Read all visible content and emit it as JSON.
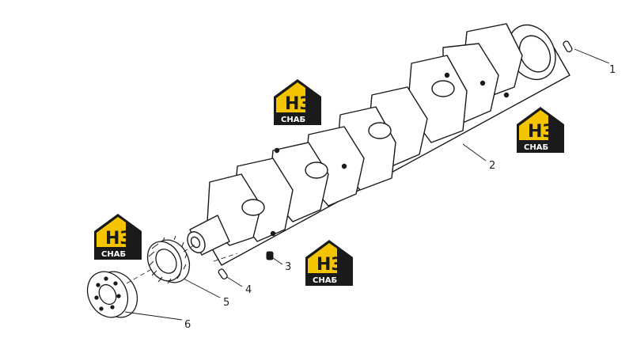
{
  "callouts": [
    {
      "id": "1",
      "label": "1"
    },
    {
      "id": "2",
      "label": "2"
    },
    {
      "id": "3",
      "label": "3"
    },
    {
      "id": "4",
      "label": "4"
    },
    {
      "id": "5",
      "label": "5"
    },
    {
      "id": "6",
      "label": "6"
    }
  ],
  "watermark": {
    "letters": "НЗ",
    "caption": "СНАБ",
    "colors": {
      "yellow": "#f5c400",
      "black": "#1a1a1a",
      "white": "#ffffff"
    }
  },
  "colors": {
    "line": "#1a1a1a",
    "background": "#ffffff"
  }
}
